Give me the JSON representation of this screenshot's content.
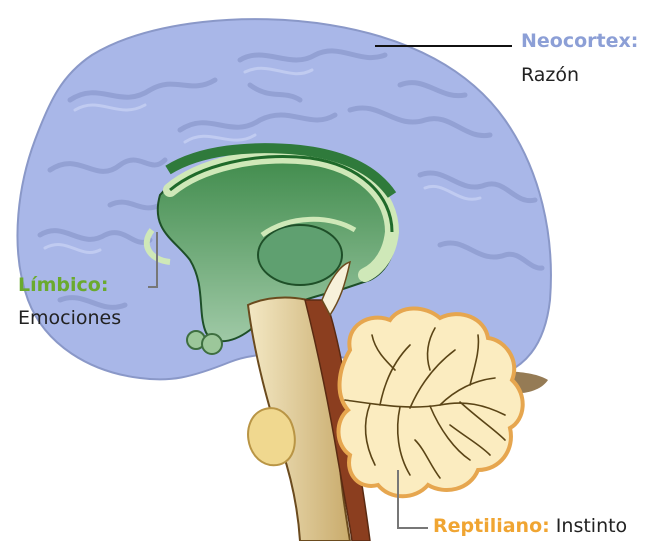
{
  "labels": {
    "neocortex": {
      "name": "Neocortex:",
      "desc": "Razón",
      "color": "#8c9fd6"
    },
    "limbico": {
      "name": "Límbico:",
      "desc": "Emociones",
      "color": "#6aaa2e"
    },
    "reptiliano": {
      "name": "Reptiliano:",
      "desc": "Instinto",
      "color": "#f0a532"
    }
  },
  "colors": {
    "neocortex_fill": "#a9b7e8",
    "limbic_dark": "#2f7a3b",
    "limbic_light": "#cfe8b8",
    "cerebellum_fill": "#fbecc0",
    "cerebellum_edge": "#e6a64f",
    "brainstem_fill": "#efe2b5",
    "leader_line": "#111111"
  }
}
